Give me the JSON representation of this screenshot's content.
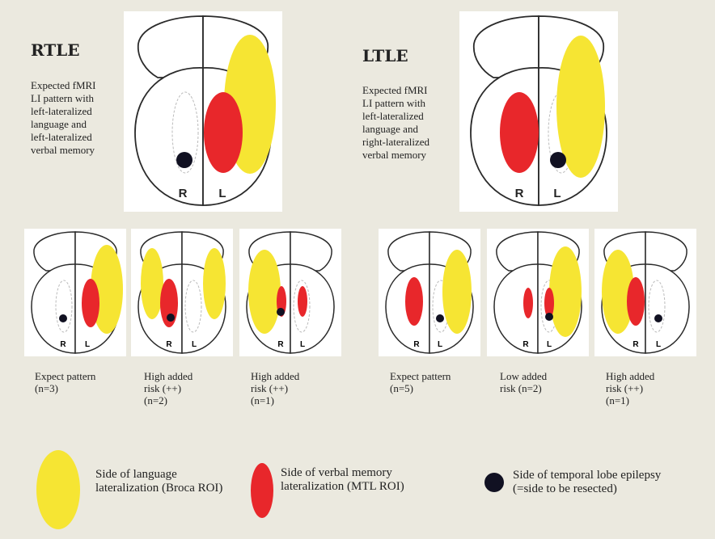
{
  "rtle": {
    "title": "RTLE",
    "description": "Expected fMRI\nLI pattern with\nleft-lateralized\nlanguage and\nleft-lateralized\nverbal memory",
    "brain_labels": {
      "right": "R",
      "left": "L"
    },
    "cases": [
      {
        "caption": "Expect pattern\n(n=3)"
      },
      {
        "caption": "High added\nrisk (++)\n(n=2)"
      },
      {
        "caption": "High added\nrisk (++)\n(n=1)"
      }
    ]
  },
  "ltle": {
    "title": "LTLE",
    "description": "Expected fMRI\nLI pattern with\nleft-lateralized\nlanguage and\nright-lateralized\nverbal memory",
    "brain_labels": {
      "right": "R",
      "left": "L"
    },
    "cases": [
      {
        "caption": "Expect pattern\n(n=5)"
      },
      {
        "caption": "Low added\nrisk (n=2)"
      },
      {
        "caption": "High added\nrisk (++)\n(n=1)"
      }
    ]
  },
  "legend": {
    "language": "Side of language\nlateralization (Broca ROI)",
    "memory": "Side of verbal memory\nlateralization (MTL ROI)",
    "epilepsy": "Side of temporal lobe epilepsy\n(=side to be resected)"
  },
  "colors": {
    "language": "#f6e533",
    "memory": "#e8272b",
    "epilepsy": "#111122",
    "background": "#ebe9df",
    "outline": "#2a2a2a"
  }
}
